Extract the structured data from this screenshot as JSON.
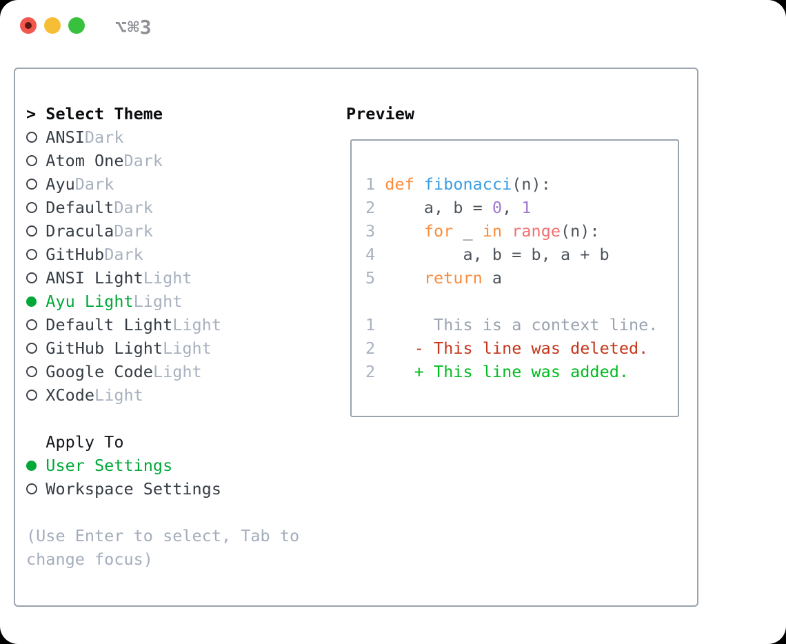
{
  "window": {
    "title": "⌥⌘3",
    "titlebar_icons": [
      "close-icon",
      "minimize-icon",
      "zoom-icon"
    ]
  },
  "panel": {
    "theme_section": {
      "header_prefix": ">",
      "header": "Select Theme",
      "items": [
        {
          "name": "ANSI",
          "variant": "Dark",
          "selected": false
        },
        {
          "name": "Atom One",
          "variant": "Dark",
          "selected": false
        },
        {
          "name": "Ayu",
          "variant": "Dark",
          "selected": false
        },
        {
          "name": "Default",
          "variant": "Dark",
          "selected": false
        },
        {
          "name": "Dracula",
          "variant": "Dark",
          "selected": false
        },
        {
          "name": "GitHub",
          "variant": "Dark",
          "selected": false
        },
        {
          "name": "ANSI Light",
          "variant": "Light",
          "selected": false
        },
        {
          "name": "Ayu Light",
          "variant": "Light",
          "selected": true
        },
        {
          "name": "Default Light",
          "variant": "Light",
          "selected": false
        },
        {
          "name": "GitHub Light",
          "variant": "Light",
          "selected": false
        },
        {
          "name": "Google Code",
          "variant": "Light",
          "selected": false
        },
        {
          "name": "XCode",
          "variant": "Light",
          "selected": false
        }
      ]
    },
    "apply_section": {
      "header": "Apply To",
      "items": [
        {
          "name": "User Settings",
          "selected": true
        },
        {
          "name": "Workspace Settings",
          "selected": false
        }
      ]
    },
    "hint": {
      "line1": "(Use Enter to select, Tab to",
      "line2": "change focus)"
    },
    "preview": {
      "header": "Preview",
      "lines": [
        [
          {
            "c": "lnum",
            "t": "1 "
          },
          {
            "c": "kw",
            "t": "def"
          },
          {
            "c": "plain",
            "t": " "
          },
          {
            "c": "fn",
            "t": "fibonacci"
          },
          {
            "c": "plain",
            "t": "(n):"
          }
        ],
        [
          {
            "c": "lnum",
            "t": "2     "
          },
          {
            "c": "plain",
            "t": "a, b = "
          },
          {
            "c": "num",
            "t": "0"
          },
          {
            "c": "plain",
            "t": ", "
          },
          {
            "c": "num",
            "t": "1"
          }
        ],
        [
          {
            "c": "lnum",
            "t": "3     "
          },
          {
            "c": "kw",
            "t": "for"
          },
          {
            "c": "plain",
            "t": " _ "
          },
          {
            "c": "kw",
            "t": "in"
          },
          {
            "c": "plain",
            "t": " "
          },
          {
            "c": "call",
            "t": "range"
          },
          {
            "c": "plain",
            "t": "(n):"
          }
        ],
        [
          {
            "c": "lnum",
            "t": "4         "
          },
          {
            "c": "plain",
            "t": "a, b = b, a + b"
          }
        ],
        [
          {
            "c": "lnum",
            "t": "5     "
          },
          {
            "c": "kw",
            "t": "return"
          },
          {
            "c": "plain",
            "t": " a"
          }
        ],
        [],
        [
          {
            "c": "lnum",
            "t": "1      "
          },
          {
            "c": "muted",
            "t": "This is a context line."
          }
        ],
        [
          {
            "c": "lnum",
            "t": "2    "
          },
          {
            "c": "del",
            "t": "- This line was deleted."
          }
        ],
        [
          {
            "c": "lnum",
            "t": "2    "
          },
          {
            "c": "add",
            "t": "+ This line was added."
          }
        ]
      ]
    }
  },
  "colors": {
    "selection_green": "#00a838",
    "diff_added_green": "#00bc1f",
    "diff_deleted_red": "#c5371c",
    "keyword_orange": "#f98d3d",
    "function_blue": "#3a9de4",
    "call_coral": "#f07171",
    "number_purple": "#a37acc",
    "muted_gray": "#a8b1bf",
    "border_gray": "#9aa3ae",
    "traffic_red": "#f2574d",
    "traffic_yellow": "#f6be35",
    "traffic_green": "#38c13f"
  }
}
